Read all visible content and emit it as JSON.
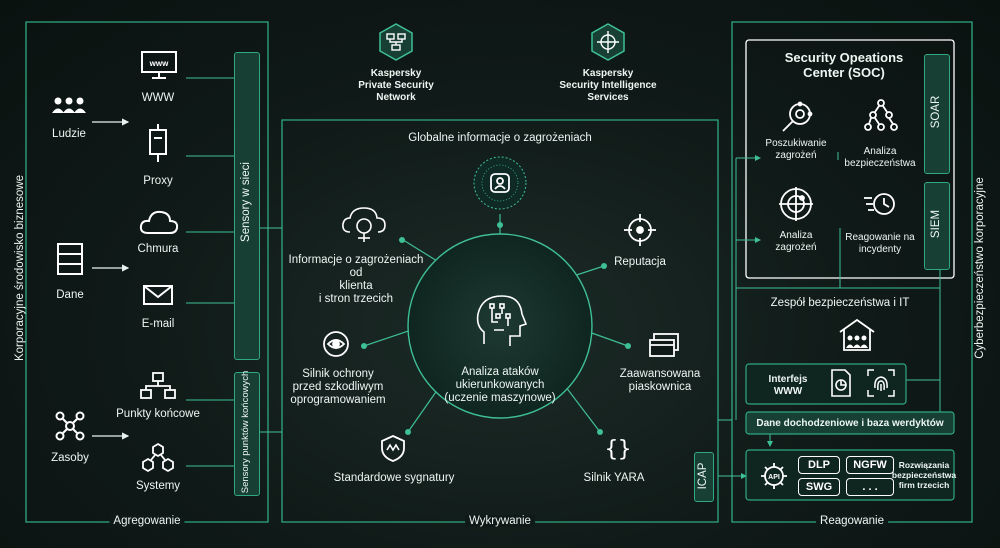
{
  "sections": {
    "left_vertical": "Korporacyjne środowisko biznesowe",
    "right_vertical": "Cyberbezpieczeństwo korporacyjne",
    "aggregation": "Agregowanie",
    "detection": "Wykrywanie",
    "response": "Reagowanie"
  },
  "sources": {
    "people": "Ludzie",
    "data": "Dane",
    "assets": "Zasoby"
  },
  "inputs": {
    "www": "WWW",
    "proxy": "Proxy",
    "cloud": "Chmura",
    "email": "E-mail",
    "endpoints": "Punkty końcowe",
    "systems": "Systemy"
  },
  "sensor_bars": {
    "network": "Sensory w sieci",
    "endpoint": "Sensory punktów końcowych"
  },
  "kaspersky": {
    "ksn_lines": [
      "Kaspersky",
      "Private Security",
      "Network"
    ],
    "ti_lines": [
      "Kaspersky",
      "Security Intelligence",
      "Services"
    ]
  },
  "detection": {
    "global_title": "Globalne informacje o zagrożeniach",
    "center_lines": [
      "Analiza ataków",
      "ukierunkowanych",
      "(uczenie maszynowe)"
    ],
    "client_info_lines": [
      "Informacje o zagrożeniach",
      "od",
      "klienta",
      "i stron trzecich"
    ],
    "reputation": "Reputacja",
    "antimalware_lines": [
      "Silnik ochrony",
      "przed szkodliwym",
      "oprogramowaniem"
    ],
    "sandbox_lines": [
      "Zaawansowana",
      "piaskownica"
    ],
    "signatures": "Standardowe sygnatury",
    "yara": "Silnik YARA",
    "icap": "ICAP"
  },
  "soc": {
    "title_lines": [
      "Security Opeations",
      "Center (SOC)"
    ],
    "hunting_lines": [
      "Poszukiwanie",
      "zagrożeń"
    ],
    "security_analysis_lines": [
      "Analiza",
      "bezpieczeństwa"
    ],
    "threat_analysis_lines": [
      "Analiza",
      "zagrożeń"
    ],
    "incident_lines": [
      "Reagowanie na",
      "incydenty"
    ],
    "soar": "SOAR",
    "siem": "SIEM"
  },
  "response": {
    "team": "Zespół bezpieczeństwa i IT",
    "web_interface_lines": [
      "Interfejs",
      "WWW"
    ],
    "forensics": "Dane dochodzeniowe i baza werdyktów",
    "api": "API",
    "dlp": "DLP",
    "ngfw": "NGFW",
    "swg": "SWG",
    "more": ". . .",
    "third_party_lines": [
      "Rozwiązania",
      "bezpieczeństwa",
      "firm trzecich"
    ]
  },
  "colors": {
    "accent": "#2fa883",
    "line": "#3fbf96",
    "bar_fill": "#173f34"
  }
}
